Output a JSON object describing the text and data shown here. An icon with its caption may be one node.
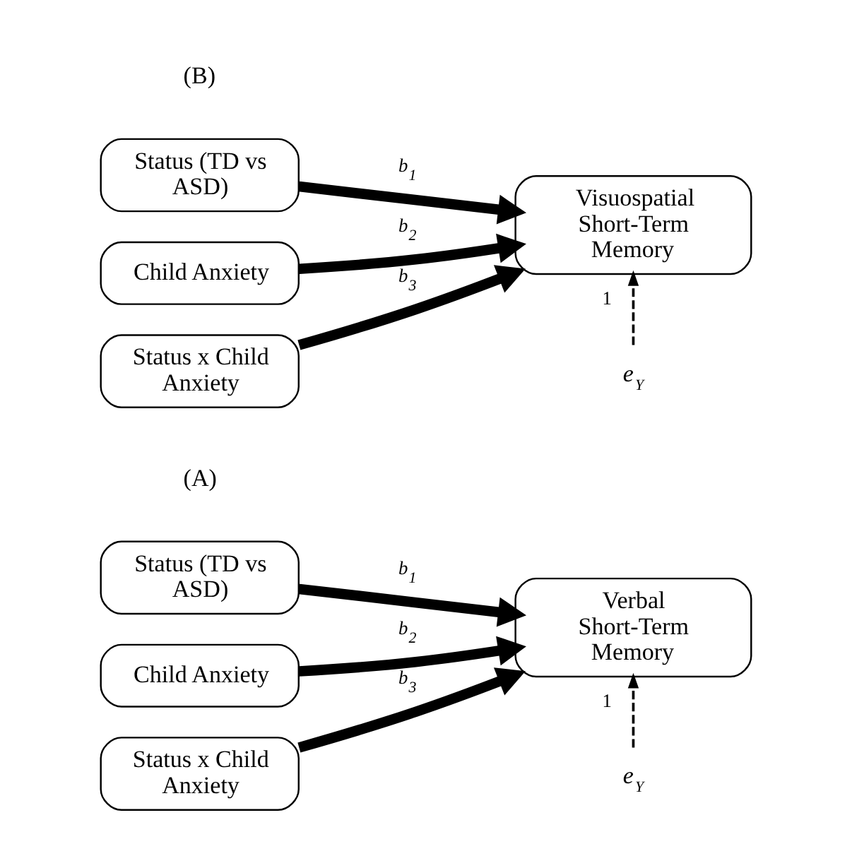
{
  "diagram": {
    "nodes": [
      {
        "text": [
          "Status (TD vs ASD)"
        ]
      },
      {
        "text": [
          "Child Anxiety"
        ]
      },
      {
        "text": [
          "Status x Child Anxiety"
        ]
      },
      {
        "text": [
          "Verbal Short-Term Memory"
        ]
      },
      {
        "text": [
          "e$_{Y}$"
        ]
      },
      {
        "text": [
          "Status (TD vs ASD)"
        ]
      },
      {
        "text": [
          "Child Anxiety"
        ]
      },
      {
        "text": [
          "Status x Child Anxiety"
        ]
      },
      {
        "text": [
          "Visuospatial Short-Term Memory"
        ]
      },
      {
        "text": [
          "e$_{Y}$"
        ]
      }
    ],
    "edges": [
      {
        "from": 0,
        "to": 3,
        "arrow": "to",
        "label": "b$_{1}$"
      },
      {
        "from": 1,
        "to": 3,
        "arrow": "to",
        "label": "b$_{2}$"
      },
      {
        "from": 2,
        "to": 3,
        "arrow": "to",
        "label": "b$_{3}$"
      },
      {
        "from": 4,
        "to": 3,
        "arrow": "to",
        "label": "1",
        "style": "dashed"
      },
      {
        "from": 5,
        "to": 8,
        "arrow": "to",
        "label": "b$_{1}$"
      },
      {
        "from": 6,
        "to": 8,
        "arrow": "to",
        "label": "b$_{2}$"
      },
      {
        "from": 7,
        "to": 8,
        "arrow": "to",
        "label": "b$_{3}$"
      },
      {
        "from": 9,
        "to": 8,
        "arrow": "to",
        "label": "1",
        "style": "dashed"
      }
    ],
    "labels": [
      "(A)",
      "(B)"
    ]
  }
}
